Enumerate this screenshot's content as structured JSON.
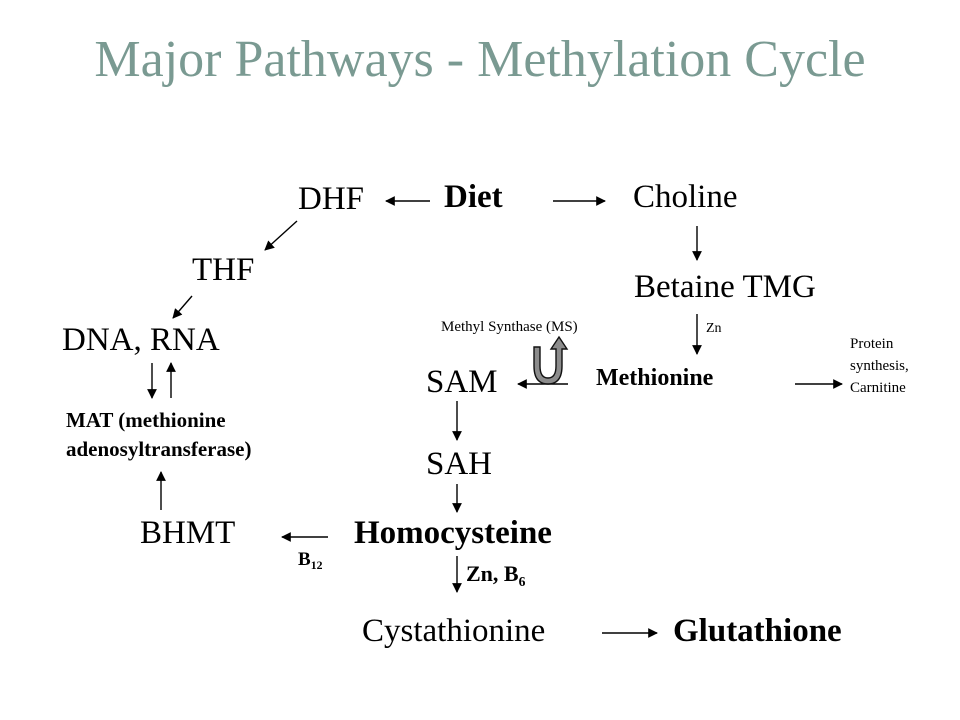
{
  "title": "Major Pathways - Methylation Cycle",
  "nodes": {
    "dhf": "DHF",
    "diet": "Diet",
    "choline": "Choline",
    "thf": "THF",
    "betaine": "Betaine TMG",
    "dna_rna": "DNA, RNA",
    "methyl_synthase": "Methyl Synthase (MS)",
    "zn": "Zn",
    "protein_synthesis_1": "Protein",
    "protein_synthesis_2": "synthesis,",
    "protein_synthesis_3": "Carnitine",
    "sam": "SAM",
    "methionine": "Methionine",
    "mat_1": "MAT (methionine",
    "mat_2": "adenosyltransferase)",
    "sah": "SAH",
    "bhmt": "BHMT",
    "homocysteine": "Homocysteine",
    "b12_base": "B",
    "b12_sub": "12",
    "zn_b6_base": "Zn, B",
    "zn_b6_sub": "6",
    "cystathionine": "Cystathionine",
    "glutathione": "Glutathione"
  },
  "colors": {
    "title": "#7a9a92",
    "text": "#000000",
    "u_arrow_fill": "#8c8c8c"
  },
  "icons": {
    "methyl_synthase_cycle": "u-turn-arrow-icon"
  }
}
